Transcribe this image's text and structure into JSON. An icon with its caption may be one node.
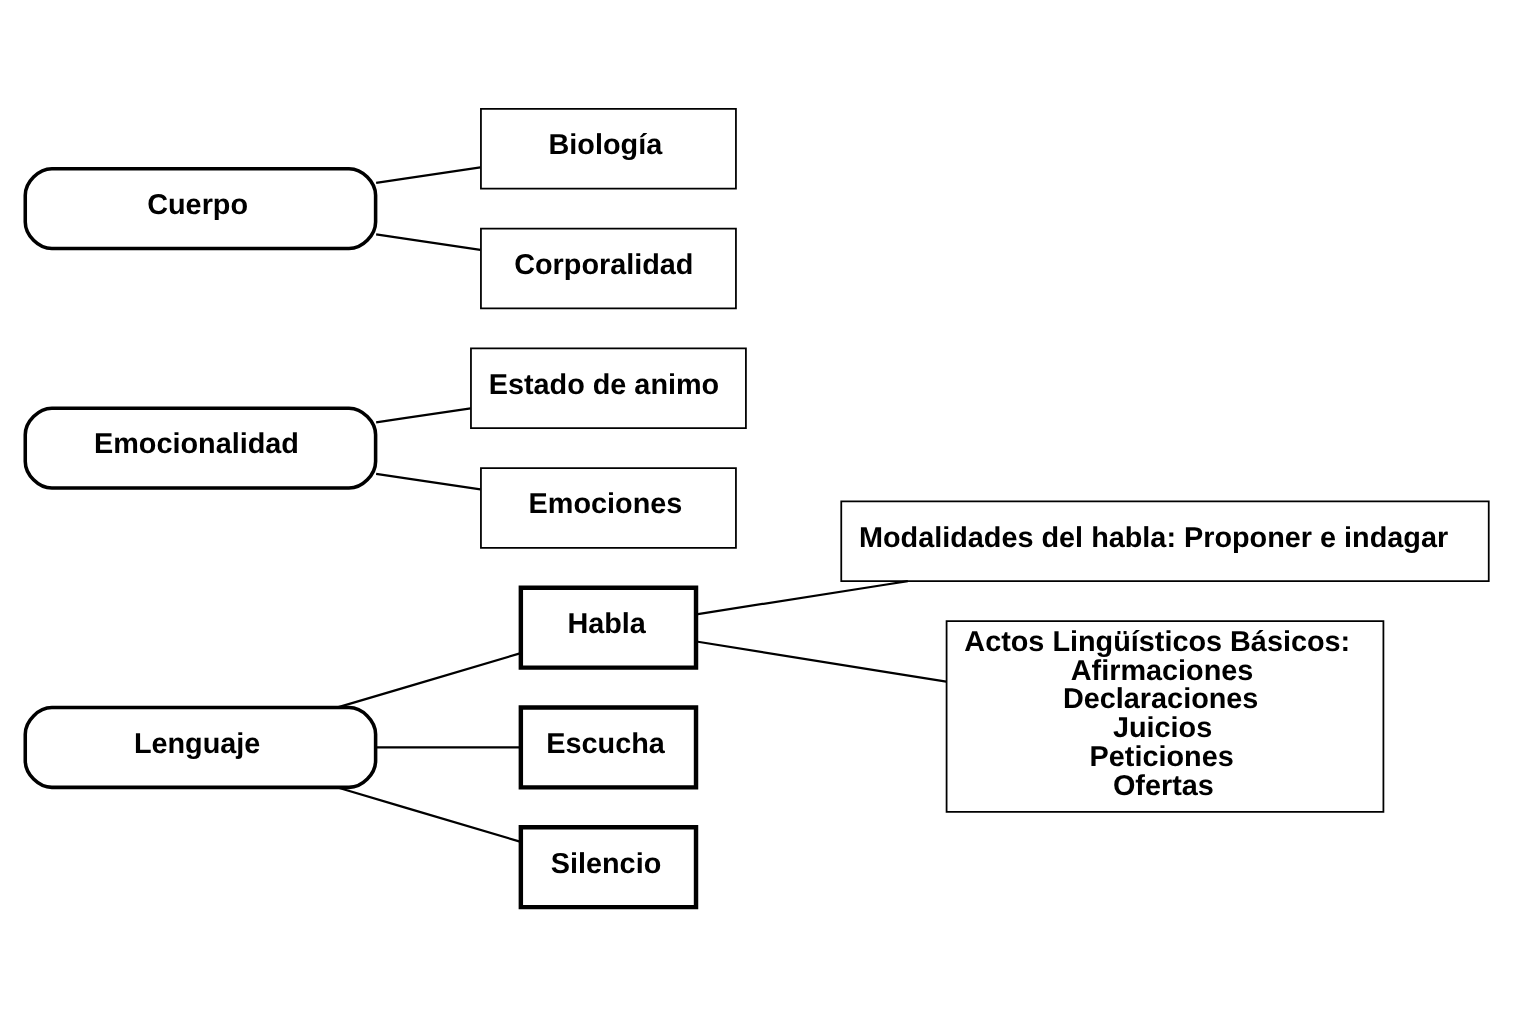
{
  "diagram": {
    "nodes": [
      {
        "text": [
          "Lenguaje"
        ]
      },
      {
        "text": [
          "Habla"
        ]
      },
      {
        "text": [
          "Modalidades del habla: Proponer e indagar"
        ]
      },
      {
        "text": [
          "Actos Lingüísticos Básicos:",
          "Afirmaciones",
          "Declaraciones",
          "Juicios",
          "Peticiones",
          "Ofertas"
        ]
      },
      {
        "text": [
          "Escucha"
        ]
      },
      {
        "text": [
          "Silencio"
        ]
      },
      {
        "text": [
          "Emocionalidad"
        ]
      },
      {
        "text": [
          "Estado de animo"
        ]
      },
      {
        "text": [
          "Emociones"
        ]
      },
      {
        "text": [
          "Cuerpo"
        ]
      },
      {
        "text": [
          "Biología"
        ]
      },
      {
        "text": [
          "Corporalidad"
        ]
      }
    ],
    "edges": [
      {
        "from": 0,
        "to": 1,
        "arrow": "none"
      },
      {
        "from": 1,
        "to": 2,
        "arrow": "none"
      },
      {
        "from": 1,
        "to": 3,
        "arrow": "none"
      },
      {
        "from": 0,
        "to": 4,
        "arrow": "none"
      },
      {
        "from": 0,
        "to": 5,
        "arrow": "none"
      },
      {
        "from": 6,
        "to": 7,
        "arrow": "none"
      },
      {
        "from": 6,
        "to": 8,
        "arrow": "none"
      },
      {
        "from": 9,
        "to": 10,
        "arrow": "none"
      },
      {
        "from": 9,
        "to": 11,
        "arrow": "none"
      }
    ]
  }
}
